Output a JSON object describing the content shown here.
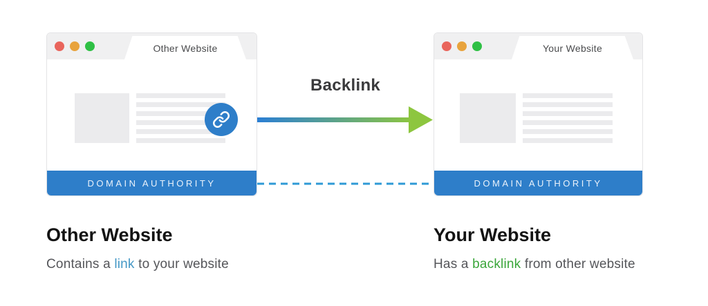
{
  "windows": {
    "left": {
      "tab_title": "Other Website",
      "footer_label": "DOMAIN AUTHORITY"
    },
    "right": {
      "tab_title": "Your Website",
      "footer_label": "DOMAIN AUTHORITY"
    }
  },
  "arrow": {
    "label": "Backlink",
    "gradient_from": "#2b7fd4",
    "gradient_to": "#8dc63f",
    "dashed_line_color": "#2f9ad6"
  },
  "captions": {
    "left": {
      "title": "Other Website",
      "text_prefix": "Contains a ",
      "keyword": "link",
      "text_suffix": " to your website",
      "keyword_color": "#4598c6"
    },
    "right": {
      "title": "Your Website",
      "text_prefix": "Has a ",
      "keyword": "backlink",
      "text_suffix": " from other website",
      "keyword_color": "#3ba63b"
    }
  },
  "icons": {
    "link_icon": "chain-link",
    "traffic_lights": [
      "#e9655c",
      "#e8a33d",
      "#2fc045"
    ]
  },
  "colors": {
    "window_header": "#f0f0f1",
    "window_body": "#ffffff",
    "window_border": "#e3e3e5",
    "content_placeholder": "#ebebed",
    "footer_bar": "#2e7ec9",
    "footer_text": "#eaf2fb",
    "heading_text": "#131313",
    "subtitle_text": "#55565a",
    "backlink_label_text": "#3a3a3c",
    "tab_title_text": "#4a4b4d"
  }
}
